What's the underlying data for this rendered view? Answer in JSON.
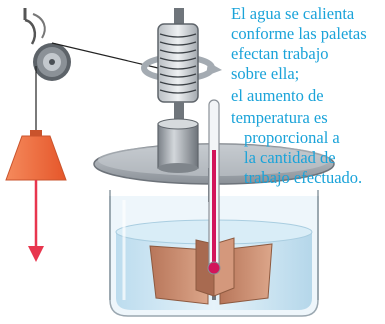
{
  "caption": {
    "lines": [
      "El agua se calienta",
      "conforme las paletas",
      "efectan trabajo",
      "sobre ella;",
      "el aumento de",
      "temperatura es",
      "proporcional a",
      "la cantidad de",
      "trabajo efectuado."
    ]
  },
  "colors": {
    "caption_text": "#1aa3d9",
    "weight": "#f26a3a",
    "force_arrow": "#e8364e",
    "water": "#cfe8f5",
    "paddles": "#c98b6b",
    "thermometer_fluid": "#d2145a",
    "lid": "#9ea4aa",
    "rotation_arrow": "#a4abb2"
  },
  "icons": {
    "pulley": "pulley-icon",
    "weight": "weight-icon",
    "drum": "string-drum-icon",
    "thermometer": "thermometer-icon"
  }
}
